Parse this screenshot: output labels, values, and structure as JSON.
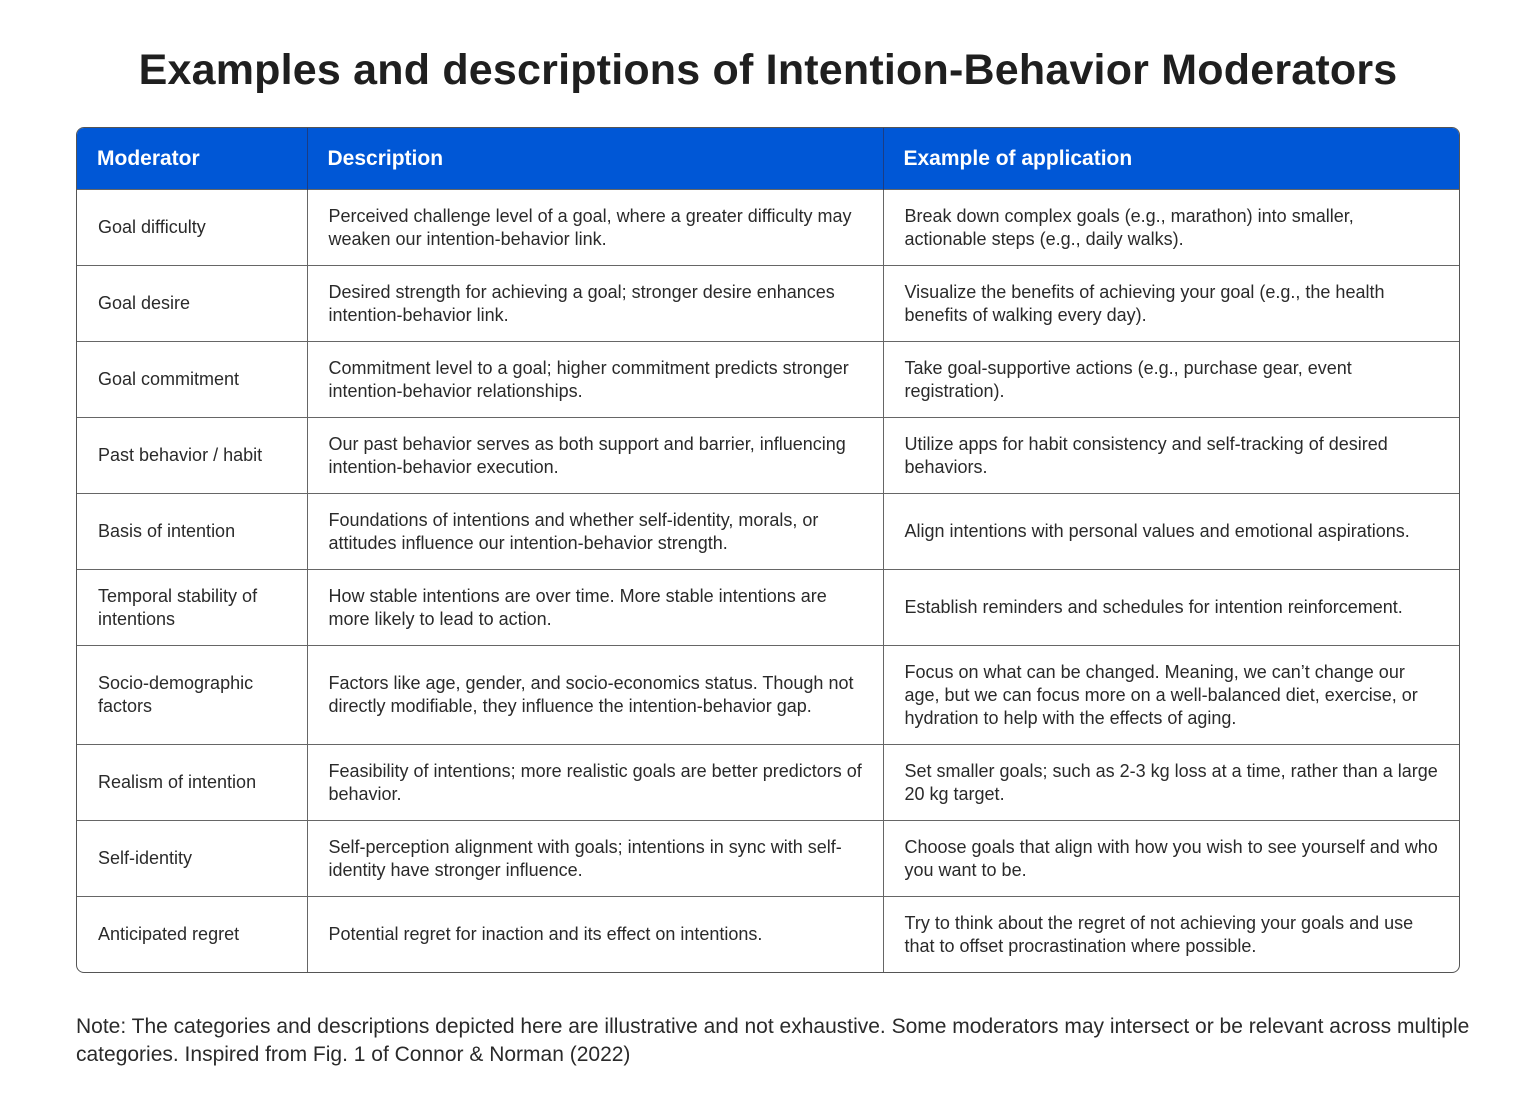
{
  "title": "Examples and descriptions of Intention-Behavior Moderators",
  "table": {
    "headers": [
      "Moderator",
      "Description",
      "Example of application"
    ],
    "rows": [
      {
        "moderator": "Goal difficulty",
        "description": "Perceived challenge level of a goal, where a greater difficulty may weaken our intention-behavior link.",
        "example": "Break down complex goals (e.g., marathon) into smaller, actionable steps (e.g., daily walks)."
      },
      {
        "moderator": "Goal desire",
        "description": "Desired strength for achieving a goal; stronger desire enhances intention-behavior link.",
        "example": "Visualize the benefits of achieving your goal (e.g., the health benefits of walking every day)."
      },
      {
        "moderator": "Goal commitment",
        "description": "Commitment level to a goal; higher commitment predicts stronger intention-behavior relationships.",
        "example": "Take goal-supportive actions (e.g., purchase gear, event registration)."
      },
      {
        "moderator": "Past behavior / habit",
        "description": "Our past behavior serves as both support and barrier, influencing intention-behavior execution.",
        "example": "Utilize apps for habit consistency and self-tracking of desired behaviors."
      },
      {
        "moderator": "Basis of intention",
        "description": "Foundations of intentions and whether self-identity, morals, or attitudes influence our intention-behavior strength.",
        "example": "Align intentions with personal values and emotional aspirations."
      },
      {
        "moderator": "Temporal stability of intentions",
        "description": "How stable intentions are over time. More stable intentions are more likely to lead to action.",
        "example": "Establish reminders and schedules for intention reinforcement."
      },
      {
        "moderator": "Socio-demographic factors",
        "description": "Factors like age, gender, and socio-economics status. Though not directly modifiable, they influence the intention-behavior gap.",
        "example": "Focus on what can be changed. Meaning, we can’t change our age, but we can focus more on a well-balanced diet, exercise, or hydration to help with the effects of aging."
      },
      {
        "moderator": "Realism of intention",
        "description": "Feasibility of intentions; more realistic goals are better predictors of behavior.",
        "example": "Set smaller goals; such as 2-3 kg loss at a time, rather than a large 20 kg target."
      },
      {
        "moderator": "Self-identity",
        "description": "Self-perception alignment with goals; intentions in sync with self-identity have stronger influence.",
        "example": "Choose goals that align with how you wish to see yourself and who you want to be."
      },
      {
        "moderator": "Anticipated regret",
        "description": "Potential regret for inaction and its effect on intentions.",
        "example": "Try to think about the regret of not achieving your goals and use that to offset procrastination where possible."
      }
    ]
  },
  "note": "Note: The categories and descriptions depicted here are illustrative and not exhaustive. Some moderators may intersect or be relevant across multiple categories. Inspired from Fig. 1 of Connor & Norman (2022)",
  "colors": {
    "header_bg": "#0057d6",
    "header_text": "#ffffff",
    "border": "#555555"
  }
}
